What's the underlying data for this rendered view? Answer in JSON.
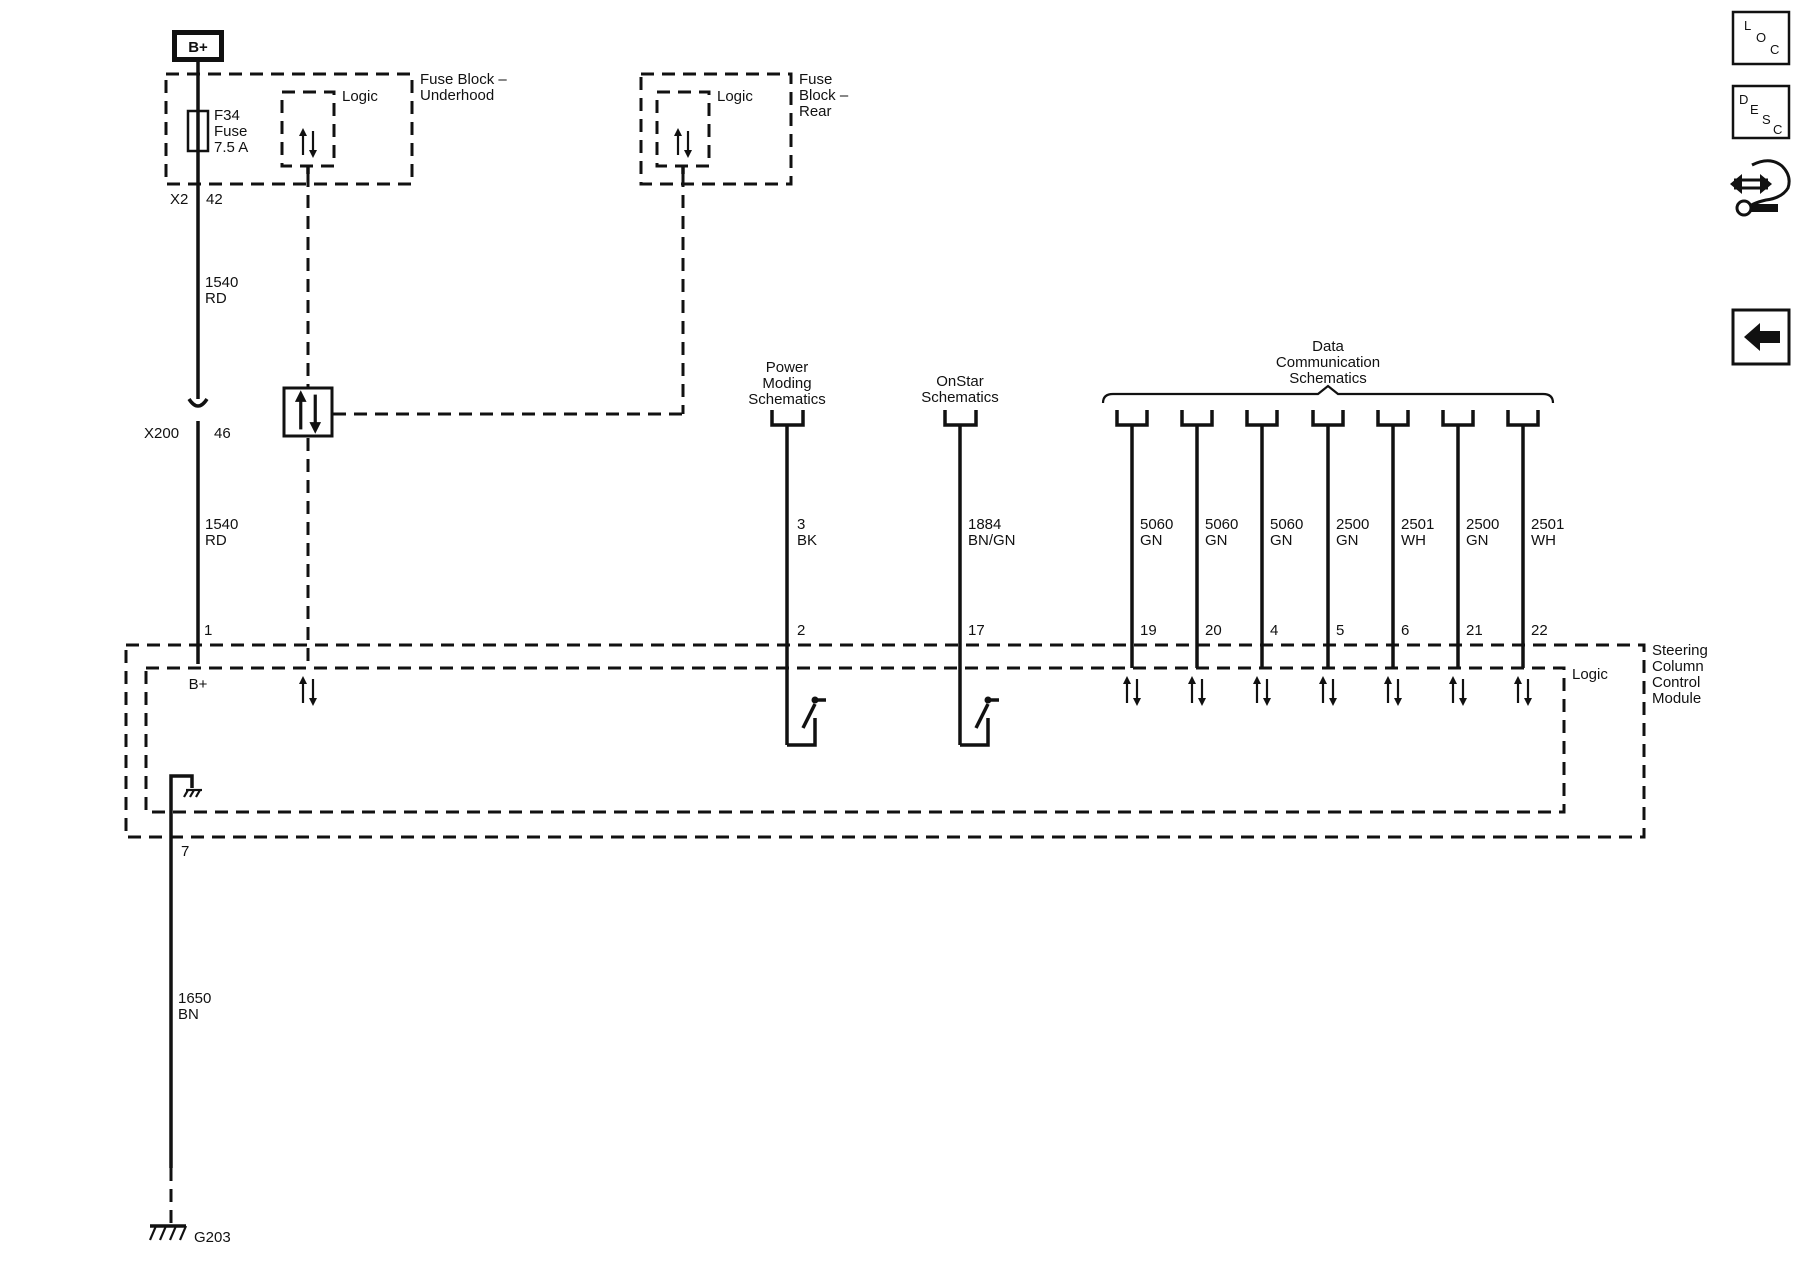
{
  "power": {
    "label": "B+"
  },
  "fuse_block_underhood": {
    "title_line1": "Fuse Block –",
    "title_line2": "Underhood",
    "logic_label": "Logic",
    "fuse_line1": "F34",
    "fuse_line2": "Fuse",
    "fuse_line3": "7.5 A",
    "connector": "X2",
    "pin": "42"
  },
  "fuse_block_rear": {
    "title_line1": "Fuse",
    "title_line2": "Block –",
    "title_line3": "Rear",
    "logic_label": "Logic"
  },
  "wire_upper": {
    "circuit": "1540",
    "color": "RD"
  },
  "inline_connector": {
    "name": "X200",
    "pin": "46"
  },
  "wire_lower": {
    "circuit": "1540",
    "color": "RD"
  },
  "references": {
    "power_moding": [
      "Power",
      "Moding",
      "Schematics"
    ],
    "onstar": [
      "OnStar",
      "Schematics"
    ],
    "data_comm": [
      "Data",
      "Communication",
      "Schematics"
    ]
  },
  "wire_power_moding": {
    "circuit": "3",
    "color": "BK",
    "pin": "2"
  },
  "wire_onstar": {
    "circuit": "1884",
    "color": "BN/GN",
    "pin": "17"
  },
  "data_wires": [
    {
      "circuit": "5060",
      "color": "GN",
      "pin": "19"
    },
    {
      "circuit": "5060",
      "color": "GN",
      "pin": "20"
    },
    {
      "circuit": "5060",
      "color": "GN",
      "pin": "4"
    },
    {
      "circuit": "2500",
      "color": "GN",
      "pin": "5"
    },
    {
      "circuit": "2501",
      "color": "WH",
      "pin": "6"
    },
    {
      "circuit": "2500",
      "color": "GN",
      "pin": "21"
    },
    {
      "circuit": "2501",
      "color": "WH",
      "pin": "22"
    }
  ],
  "module": {
    "name_lines": [
      "Steering",
      "Column",
      "Control",
      "Module"
    ],
    "logic_label": "Logic",
    "bplus_pin": "1",
    "bplus_label": "B+",
    "ground_pin": "7"
  },
  "ground_wire": {
    "circuit": "1650",
    "color": "BN"
  },
  "ground": {
    "name": "G203"
  },
  "nav": {
    "loc": {
      "l1": "L",
      "l2": "O",
      "l3": "C"
    },
    "desc": {
      "l1": "D",
      "l2": "E",
      "l3": "S",
      "l4": "C"
    }
  }
}
